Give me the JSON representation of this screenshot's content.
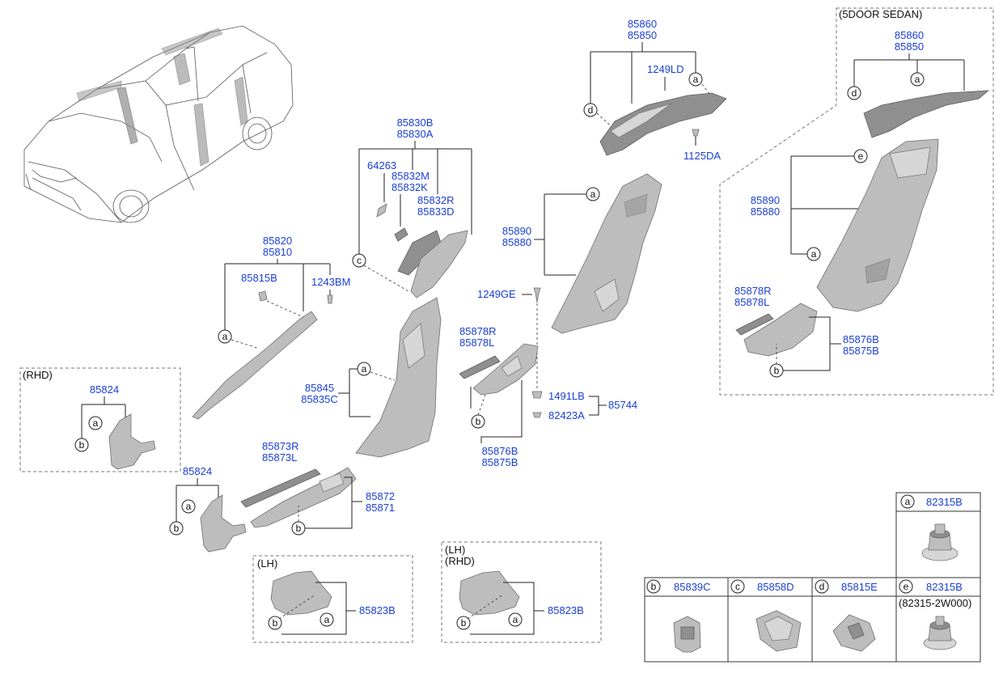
{
  "parts": {
    "p85860_a": "85860",
    "p85850_a": "85850",
    "p1249LD": "1249LD",
    "p1125DA": "1125DA",
    "sedan_title": "(5DOOR SEDAN)",
    "p85860_b": "85860",
    "p85850_b": "85850",
    "p85830B": "85830B",
    "p85830A": "85830A",
    "p64263": "64263",
    "p85832M": "85832M",
    "p85832K": "85832K",
    "p85832R": "85832R",
    "p85833D": "85833D",
    "p85890_a": "85890",
    "p85880_a": "85880",
    "p85890_b": "85890",
    "p85880_b": "85880",
    "p85820": "85820",
    "p85810": "85810",
    "p85815B": "85815B",
    "p1243BM": "1243BM",
    "p1249GE": "1249GE",
    "p85878R_a": "85878R",
    "p85878L_a": "85878L",
    "p85878R_b": "85878R",
    "p85878L_b": "85878L",
    "p85876B_b": "85876B",
    "p85875B_b": "85875B",
    "rhd_title": "(RHD)",
    "p85824_a": "85824",
    "p85845": "85845",
    "p85835C": "85835C",
    "p1491LB": "1491LB",
    "p82423A": "82423A",
    "p85744": "85744",
    "p85876B_a": "85876B",
    "p85875B_a": "85875B",
    "p85824_b": "85824",
    "p85873R": "85873R",
    "p85873L": "85873L",
    "p85872": "85872",
    "p85871": "85871",
    "lh_title": "(LH)",
    "p85823B_a": "85823B",
    "lh2_title": "(LH)",
    "rhd2_title": "(RHD)",
    "p85823B_b": "85823B"
  },
  "callouts": {
    "a": "a",
    "b": "b",
    "c": "c",
    "d": "d",
    "e": "e"
  },
  "table": {
    "a_part": "82315B",
    "b_part": "85839C",
    "c_part": "85858D",
    "d_part": "85815E",
    "e_part": "82315B",
    "e_sub": "(82315-2W000)"
  },
  "colors": {
    "part_number": "#1a3fd6",
    "line": "#222222",
    "part_fill": "#bdbdbd"
  }
}
